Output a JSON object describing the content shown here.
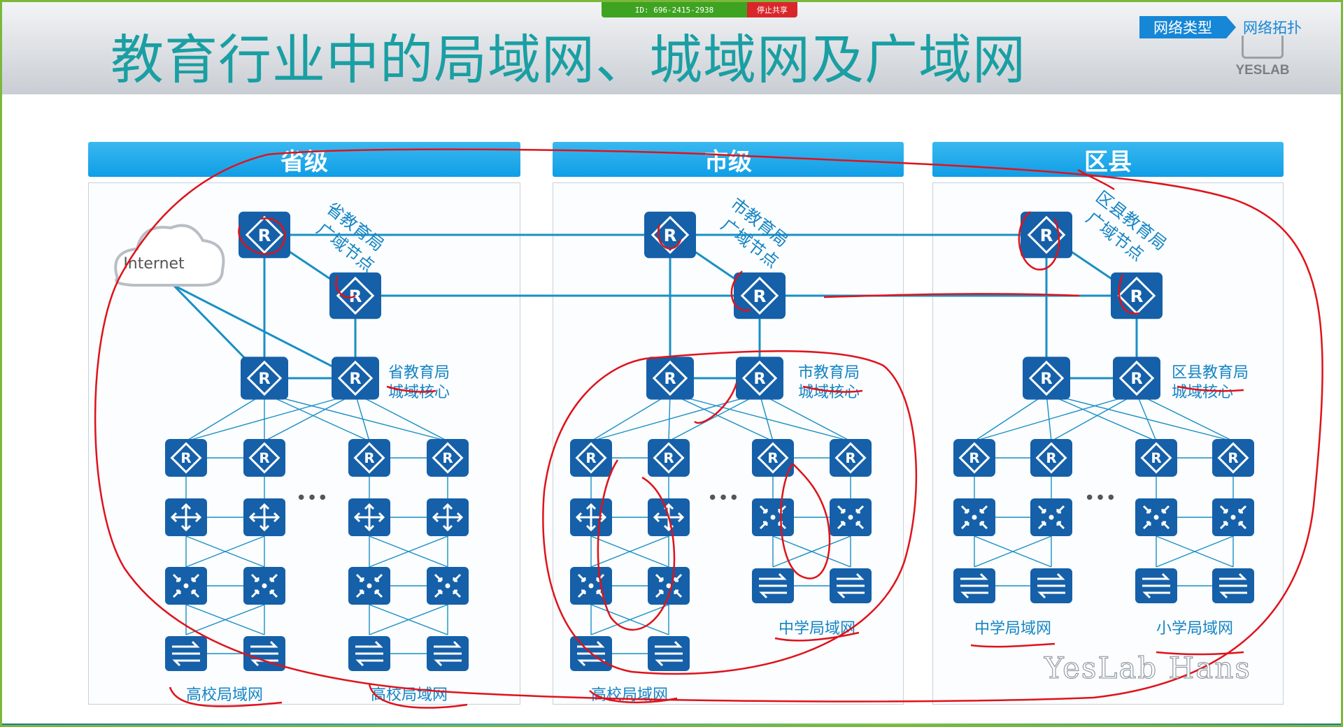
{
  "screen_share": {
    "id_label": "ID: 696-2415-2938",
    "stop_label": "停止共享"
  },
  "title": "教育行业中的局域网、城域网及广域网",
  "nav": {
    "active": "网络类型",
    "next": "网络拓扑"
  },
  "logo_text": "YESLAB",
  "columns": {
    "province": "省级",
    "city": "市级",
    "county": "区县"
  },
  "internet_label": "Internet",
  "node_labels": {
    "province_wan": "省教育局\n广域节点",
    "city_wan": "市教育局\n广域节点",
    "county_wan": "区县教育局\n广域节点",
    "province_core": [
      "省教育局",
      "城域核心"
    ],
    "city_core": [
      "市教育局",
      "城域核心"
    ],
    "county_core": [
      "区县教育局",
      "城域核心"
    ]
  },
  "lan_labels": {
    "province_left": "高校局域网",
    "province_right": "高校局域网",
    "city_left": "高校局域网",
    "city_right": "中学局域网",
    "county_left": "中学局域网",
    "county_right": "小学局域网"
  },
  "ellipsis": "•••",
  "router_letter": "R",
  "watermark": "YesLab Hans",
  "colors": {
    "title": "#1a9fa3",
    "header_blue": "#0f9ee6",
    "device_blue": "#1560a8",
    "link_blue": "#1a8fc4",
    "annotation_red": "#e0121a"
  }
}
